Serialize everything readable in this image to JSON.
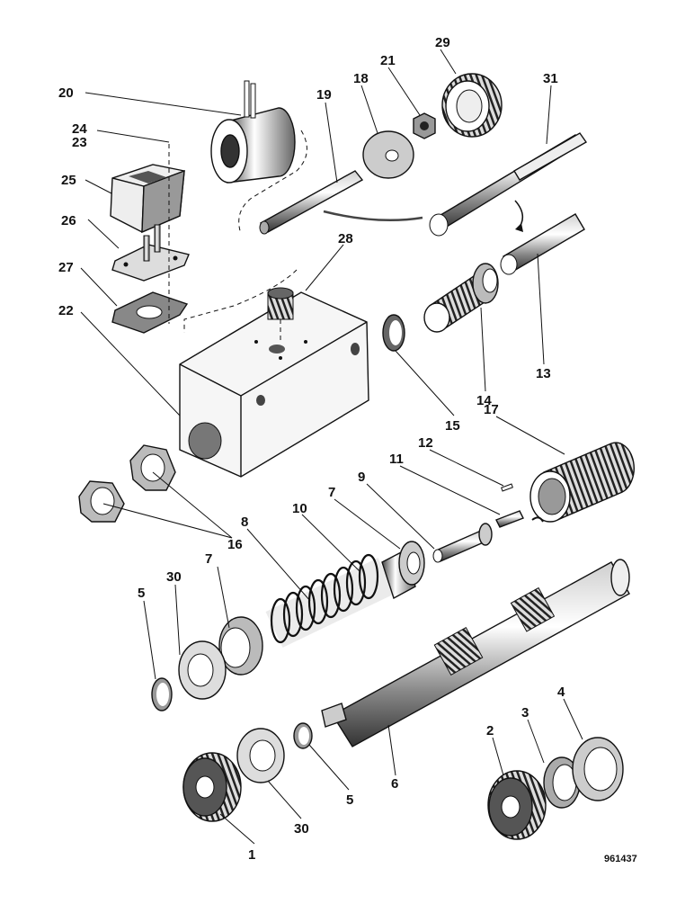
{
  "labels": {
    "p1": "1",
    "p2": "2",
    "p3": "3",
    "p4": "4",
    "p5a": "5",
    "p5b": "5",
    "p6": "6",
    "p7a": "7",
    "p7b": "7",
    "p8": "8",
    "p9": "9",
    "p10": "10",
    "p11": "11",
    "p12": "12",
    "p13": "13",
    "p14": "14",
    "p15": "15",
    "p16": "16",
    "p17": "17",
    "p18": "18",
    "p19": "19",
    "p20": "20",
    "p21": "21",
    "p22": "22",
    "p23": "23",
    "p24": "24",
    "p25": "25",
    "p26": "26",
    "p27": "27",
    "p28": "28",
    "p29": "29",
    "p30a": "30",
    "p30b": "30",
    "p31": "31"
  },
  "reference": "961437",
  "colors": {
    "ink": "#111111",
    "shade": "#555555",
    "light": "#bbbbbb",
    "paper": "#ffffff"
  }
}
